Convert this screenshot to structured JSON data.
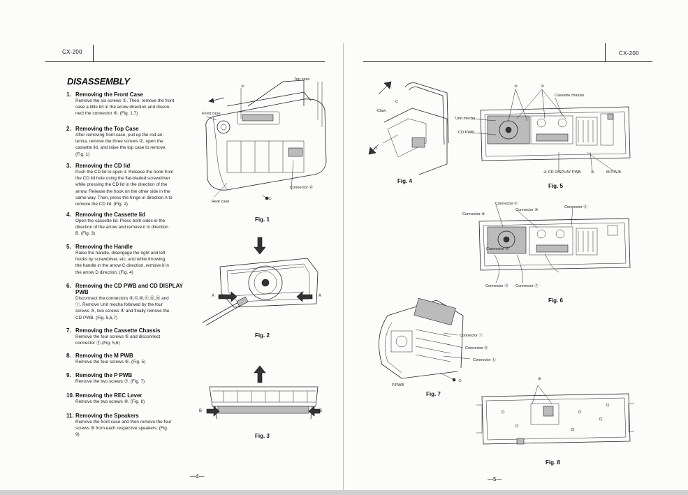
{
  "left_page": {
    "model": "CX-200",
    "title": "DISASSEMBLY",
    "page_number": "—4—",
    "steps": [
      {
        "num": "1.",
        "title": "Removing the Front Case",
        "body": [
          "Remove the six screws ①. Then, remove the front",
          "case a little bit in the arrow direction and discon-",
          "nect the connector ⑥. (Fig. 1,7)"
        ]
      },
      {
        "num": "2.",
        "title": "Removing the Top Case",
        "body": [
          "After removing front case, pull up the rod an-",
          "tenna, remove the three screws ②, open the",
          "cassette lid, and raise the top case to remove.",
          "(Fig. 1)"
        ]
      },
      {
        "num": "3.",
        "title": "Removing the CD lid",
        "body": [
          "Push the CD lid to open it. Release the hook from",
          "the CD lid hole using the flat-bladed screwdriver",
          "while pressing the CD lid in the direction of the",
          "arrow. Release the hook on the other side in the",
          "same way. Then, press the hinge in direction A to",
          "remove the CD lid. (Fig. 2)"
        ]
      },
      {
        "num": "4.",
        "title": "Removing the Cassette lid",
        "body": [
          "Open the cassette lid. Press both sides in the",
          "direction of the arrow and remove it in direction",
          "B. (Fig. 3)"
        ]
      },
      {
        "num": "5.",
        "title": "Removing the Handle",
        "body": [
          "Raise the handle, disengage the right and left",
          "hooks by screwdriver, etc, and while throwing",
          "the handle in the arrow C direction, remove it in",
          "the arrow D direction. (Fig. 4)"
        ]
      },
      {
        "num": "6.",
        "title": "Removing the CD PWB and CD DISPLAY",
        "title2": "PWB",
        "body": [
          "Disconnect the connectors ⑧,©,⑩,Ⓕ,Ⓖ,Ⓗ and",
          "Ⓘ. Remove Unit mecha followed by the four",
          "screws ③, two screws ④ and finally remove the",
          "CD PWB. (Fig. 5,6,7)"
        ]
      },
      {
        "num": "7.",
        "title": "Removing the Cassette Chassis",
        "body": [
          "Remove the four screws ⑤ and disconnect",
          "connector Ⓔ.(Fig. 5,6)"
        ]
      },
      {
        "num": "8.",
        "title": "Removing the M PWB",
        "body": [
          "Remove the four screws ⑥. (Fig. 5)"
        ]
      },
      {
        "num": "9.",
        "title": "Removing the P PWB",
        "body": [
          "Remove the two screws ⑦. (Fig. 7)"
        ]
      },
      {
        "num": "10.",
        "title": "Removing the REC Lever",
        "body": [
          "Remove the two screws ⑧. (Fig. 8)"
        ]
      },
      {
        "num": "11.",
        "title": "Removing the Speakers",
        "body": [
          "Remove the front case and then remove the four",
          "screws ⑨ from each respective speakers. (Fig.",
          "9)"
        ]
      }
    ],
    "fig1": {
      "caption": "Fig. 1",
      "labels": {
        "top_case": "Top case",
        "front_case": "Front case",
        "rear_case": "Rear case",
        "connector_a": "Connector Ⓐ",
        "s1": "①",
        "s2": "②"
      }
    },
    "fig2": {
      "caption": "Fig. 2",
      "labels": {
        "a_left": "A",
        "a_right": "A"
      }
    },
    "fig3": {
      "caption": "Fig. 3",
      "labels": {
        "b_left": "B",
        "b_right": "B"
      }
    }
  },
  "right_page": {
    "model": "CX-200",
    "page_number": "—5—",
    "fig4": {
      "caption": "Fig. 4",
      "labels": {
        "claw": "Claw",
        "c": "C",
        "d": "D"
      }
    },
    "fig5": {
      "caption": "Fig. 5",
      "labels": {
        "s3": "③",
        "s5": "⑤",
        "cassette_chassis": "Cassette chassis",
        "unit_mecha": "Unit mecha",
        "cd_pwb": "CD PWB",
        "s4_cd_display": "④ CD DISPLAY PWB",
        "s6": "⑥",
        "mpwb": "M.P.W.B."
      }
    },
    "fig6": {
      "caption": "Fig. 6",
      "labels": {
        "conn_c": "Connector ©",
        "conn_d": "Connector ⑩",
        "conn_e": "Connector Ⓔ",
        "conn_b": "Connector ⑧",
        "conn_g_mid": "Connector Ⓖ",
        "conn_h": "Connector Ⓗ",
        "conn_f": "Connector Ⓕ"
      }
    },
    "fig7": {
      "caption": "Fig. 7",
      "labels": {
        "conn_i": "Connector Ⓘ",
        "conn_a": "Connector Ⓐ",
        "conn_l": "Connector Ⓛ",
        "ppwb": "P.PWB",
        "s7": "⑦"
      }
    },
    "fig8": {
      "caption": "Fig. 8",
      "labels": {
        "s8": "⑧"
      }
    }
  }
}
